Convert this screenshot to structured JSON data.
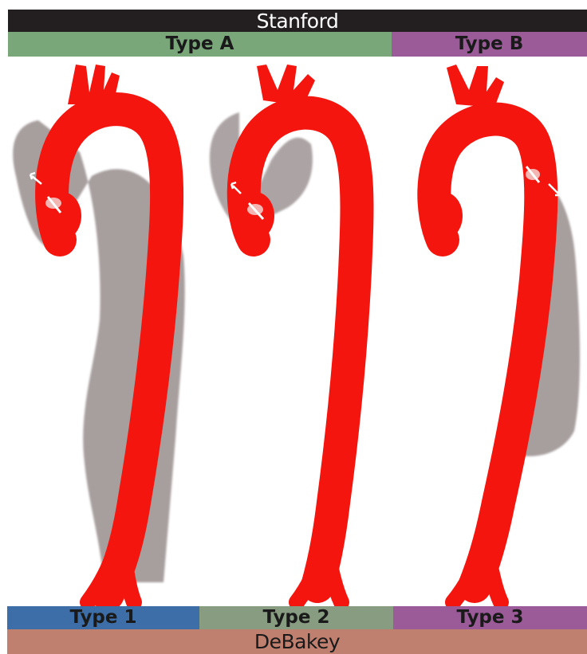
{
  "colors": {
    "stanford": "#231f20",
    "type_a": "#7aa77a",
    "type_b": "#9b5b98",
    "type_1": "#3e6ea8",
    "type_2": "#879c80",
    "type_3": "#9b5b98",
    "debakey": "#c08070",
    "lumen": "#f5150f",
    "false_lumen": "#8a7e7e",
    "label_text": "#1a1a1a",
    "header_text": "#ffffff"
  },
  "header": {
    "classification": "Stanford",
    "type_a": "Type A",
    "type_b": "Type B"
  },
  "footer": {
    "type_1": "Type 1",
    "type_2": "Type 2",
    "type_3": "Type 3",
    "classification": "DeBakey"
  },
  "illustrations": [
    {
      "icon": "aorta-dissection-debakey-1-icon"
    },
    {
      "icon": "aorta-dissection-debakey-2-icon"
    },
    {
      "icon": "aorta-dissection-debakey-3-icon"
    }
  ]
}
